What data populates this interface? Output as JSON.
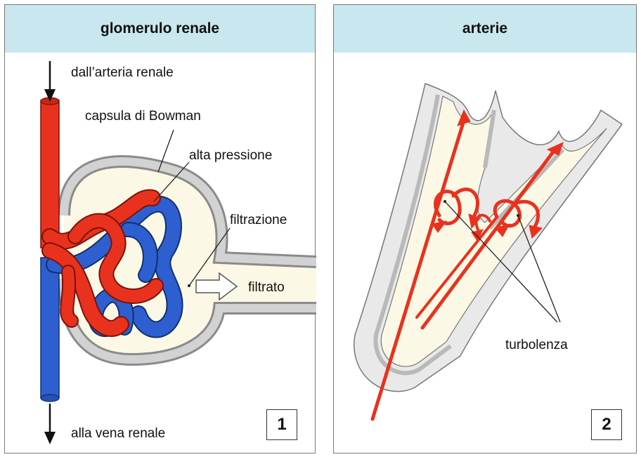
{
  "panels": [
    {
      "title": "glomerulo renale",
      "number": "1",
      "labels": {
        "from_artery": "dall’arteria renale",
        "bowman_capsule": "capsula di Bowman",
        "high_pressure": "alta pressione",
        "filtration": "filtrazione",
        "filtrate": "filtrato",
        "to_vein": "alla vena renale"
      }
    },
    {
      "title": "arterie",
      "number": "2",
      "labels": {
        "turbulence": "turbolenza"
      }
    }
  ],
  "colors": {
    "header_bg": "#c9e7ef",
    "artery_red": "#e8321e",
    "vein_blue": "#2d5fd0",
    "capsule_gray": "#c8c8c8",
    "lumen_cream": "#fbf9e6"
  }
}
